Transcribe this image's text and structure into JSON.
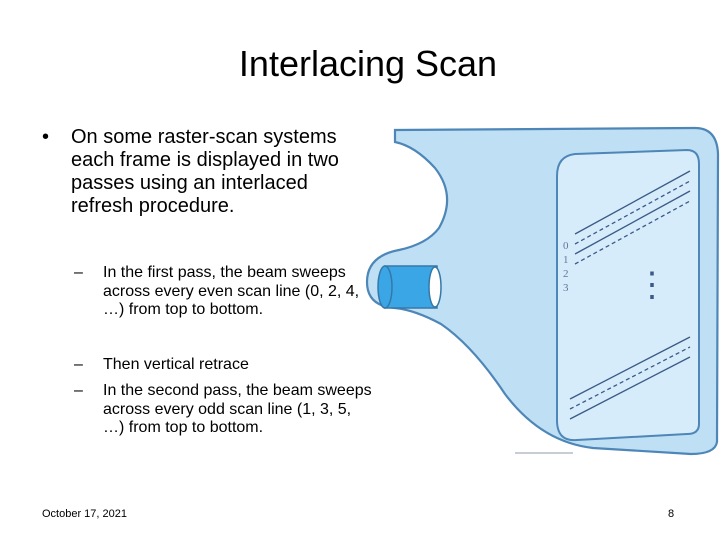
{
  "slide": {
    "title": "Interlacing Scan",
    "bullet": "On some raster-scan systems each frame is displayed in two passes using an interlaced refresh procedure.",
    "sub_bullets": [
      "In the first pass, the beam sweeps across every even scan line (0, 2, 4, …) from top to bottom.",
      "Then vertical retrace",
      "In the second pass, the beam sweeps across every odd scan line (1, 3, 5, …) from top to bottom."
    ],
    "bullet_symbol": "•",
    "dash_symbol": "–"
  },
  "diagram": {
    "scan_line_labels": [
      "0",
      "1",
      "2",
      "3"
    ],
    "ellipsis": "⋮",
    "colors": {
      "tube_fill": "#bfe0f4",
      "tube_stroke": "#4d86b7",
      "screen_fill": "#d6ecfa",
      "gun_fill": "#3ba6e6",
      "scan_line": "#3b5b86"
    }
  },
  "footer": {
    "date": "October 17, 2021",
    "page": "8"
  }
}
